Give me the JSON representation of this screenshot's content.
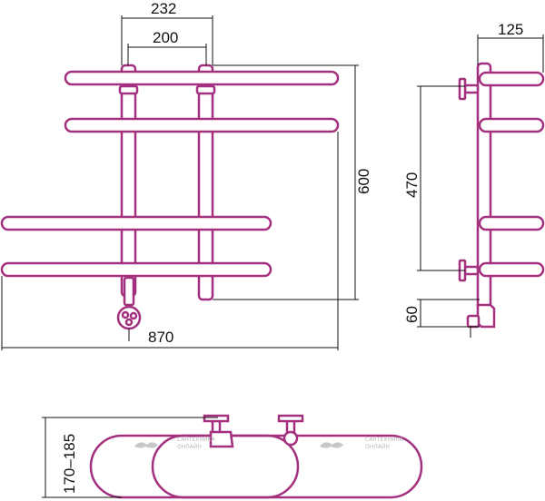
{
  "dimensions": {
    "front_width_outer": "232",
    "front_width_inner": "200",
    "front_height": "600",
    "front_length": "870",
    "side_depth": "125",
    "side_mount_spacing": "470",
    "side_bottom": "60",
    "top_depth": "170–185"
  },
  "watermark": {
    "line1": "САНТЕХНИКА",
    "line2": "ОНЛАЙН"
  },
  "colors": {
    "tube": "#a3307f",
    "tube_fill": "#ffffff",
    "line": "#111111",
    "watermark": "#c8c8c8"
  }
}
